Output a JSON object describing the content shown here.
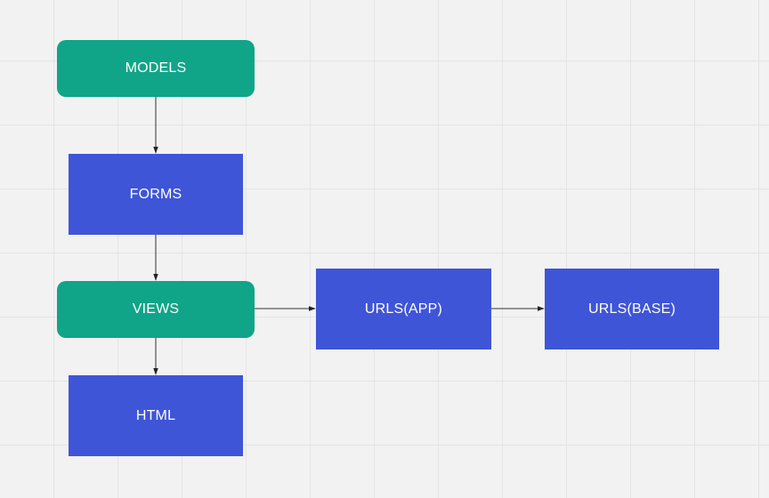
{
  "diagram": {
    "nodes": [
      {
        "id": "models",
        "label": "MODELS",
        "color": "#10a588"
      },
      {
        "id": "forms",
        "label": "FORMS",
        "color": "#3f55d8"
      },
      {
        "id": "views",
        "label": "VIEWS",
        "color": "#10a588"
      },
      {
        "id": "html",
        "label": "HTML",
        "color": "#3f55d8"
      },
      {
        "id": "urls_app",
        "label": "URLS(APP)",
        "color": "#3f55d8"
      },
      {
        "id": "urls_base",
        "label": "URLS(BASE)",
        "color": "#3f55d8"
      }
    ],
    "edges": [
      {
        "from": "models",
        "to": "forms"
      },
      {
        "from": "forms",
        "to": "views"
      },
      {
        "from": "views",
        "to": "html"
      },
      {
        "from": "views",
        "to": "urls_app"
      },
      {
        "from": "urls_app",
        "to": "urls_base"
      }
    ]
  }
}
